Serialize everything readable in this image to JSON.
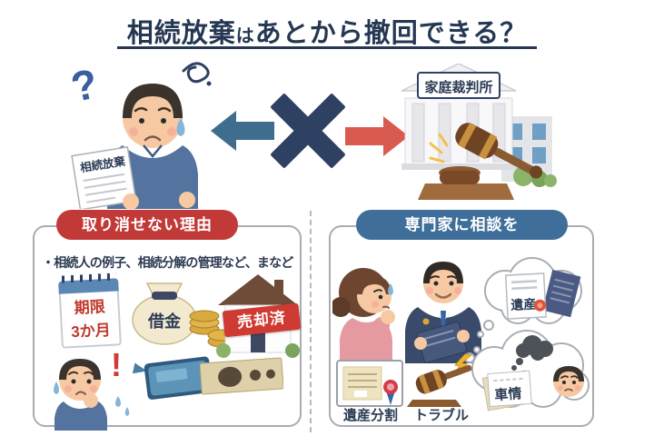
{
  "title": {
    "part1": "相続放棄",
    "part2": "は",
    "part3": "あとから撤回できる？"
  },
  "hero": {
    "question_mark": "?",
    "document_label": "相続放棄",
    "court_sign": "家庭裁判所"
  },
  "left_panel": {
    "header": "取り消せない理由",
    "bullet": "・相続人の例子、相続分解の管理など、まなど",
    "calendar": {
      "line1": "期限",
      "line2": "3か月"
    },
    "money_bag_label": "借金",
    "house_label": "売却済",
    "exclamation": "!"
  },
  "right_panel": {
    "header": "専門家に相談を",
    "thought_top_label": "遺産",
    "thought_bottom_label": "車情",
    "caption_certificate": "遺産分割",
    "caption_gavel": "トラブル"
  },
  "colors": {
    "title_navy": "#253752",
    "x_mark_navy": "#2e4163",
    "arrow_blue": "#3f6d8e",
    "arrow_red": "#d95b4f",
    "badge_red": "#c23a38",
    "badge_blue": "#3e6e99",
    "accent_red_text": "#c0392b",
    "sold_label_red": "#cf3a33"
  }
}
